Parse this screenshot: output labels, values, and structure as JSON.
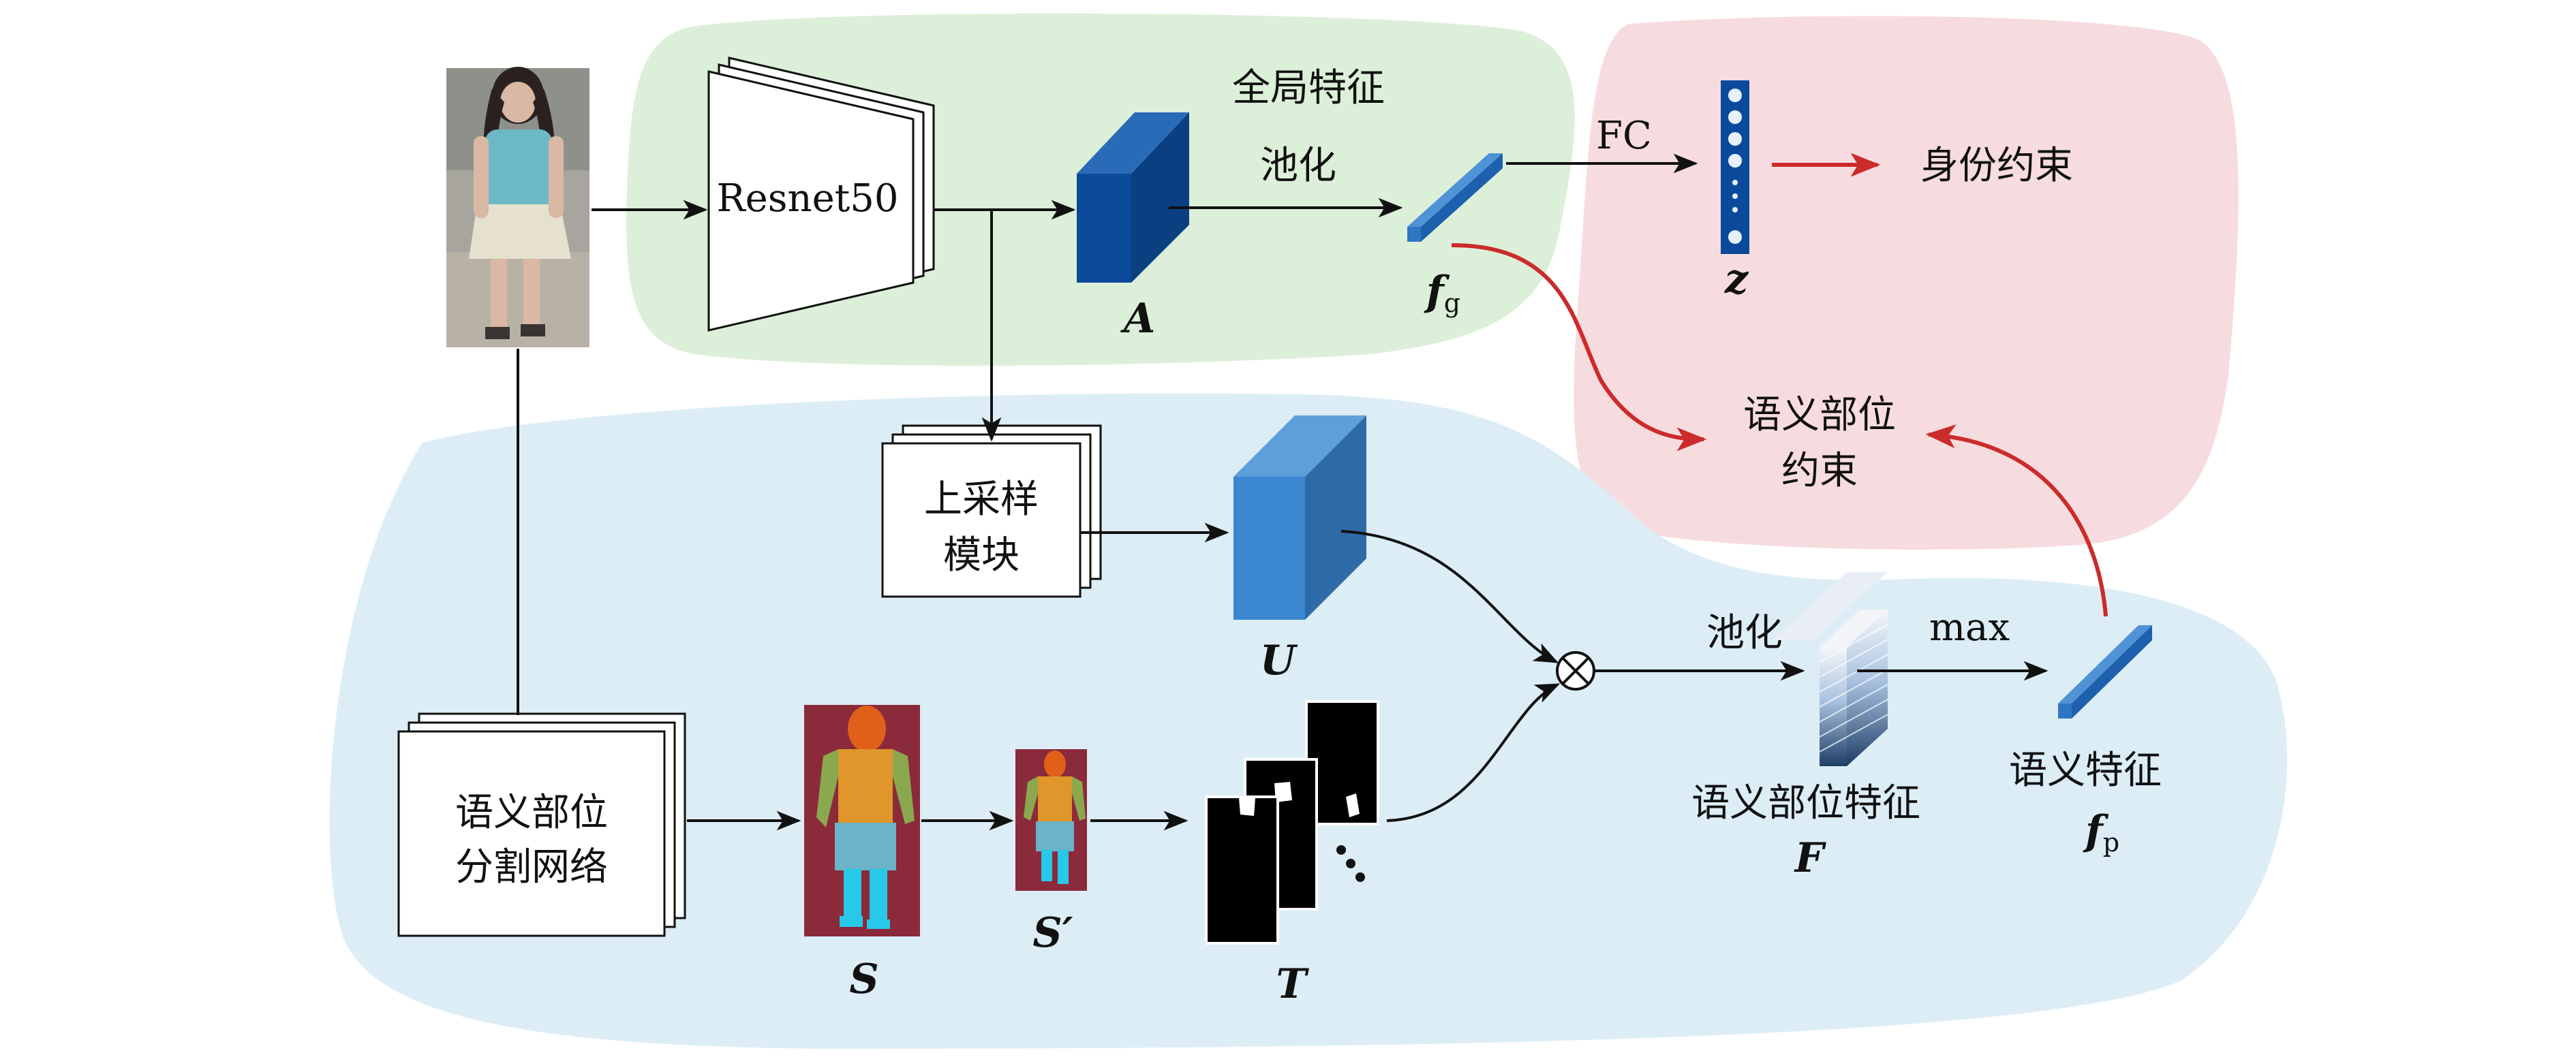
{
  "regions": {
    "global_label": "全局特征"
  },
  "labels": {
    "resnet": "Resnet50",
    "pool_global": "池化",
    "fc": "FC",
    "identity_constraint": "身份约束",
    "semantic_constraint_line1": "语义部位",
    "semantic_constraint_line2": "约束",
    "upsample_line1": "上采样",
    "upsample_line2": "模块",
    "seg_line1": "语义部位",
    "seg_line2": "分割网络",
    "pool_part": "池化",
    "max": "max",
    "part_feature": "语义部位特征",
    "semantic_feature": "语义特征"
  },
  "symbols": {
    "A": "A",
    "f_g_main": "f",
    "f_g_sub": "g",
    "z": "z",
    "U": "U",
    "S": "S",
    "S_prime": "S′",
    "T": "T",
    "F": "F",
    "f_p_main": "f",
    "f_p_sub": "p"
  },
  "colors": {
    "green_region": "#dcefd8",
    "pink_region": "#f7dcdf",
    "blue_region": "#dcedf6",
    "dark_blue": "#0b4a9a",
    "mid_blue": "#2f76c4",
    "light_blue": "#3f88cf",
    "red_arrow": "#cc2b2b",
    "seg_background": "#8b2a3a",
    "seg_torso": "#e0962a",
    "seg_head": "#e0601a",
    "seg_arms": "#8aa84e",
    "seg_legs": "#6ab3c8",
    "seg_feet": "#27c8e8"
  }
}
